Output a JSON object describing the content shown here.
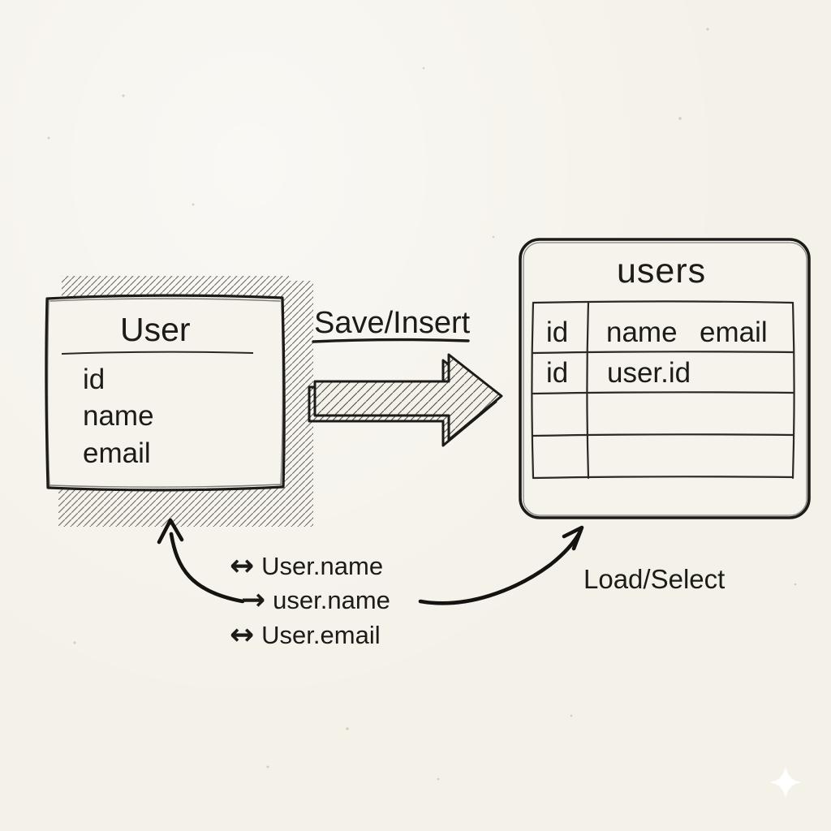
{
  "colors": {
    "background": "#f4f1e9",
    "ink": "#1c1b18",
    "hatch": "#55524c",
    "sparkle": "#ffffff"
  },
  "class_box": {
    "title": "User",
    "fields": [
      "id",
      "name",
      "email"
    ]
  },
  "labels": {
    "save": "Save/Insert",
    "load": "Load/Select"
  },
  "table_box": {
    "title": "users",
    "columns": [
      "id",
      "name",
      "email"
    ],
    "rows": [
      [
        "id",
        "user.id"
      ]
    ]
  },
  "mappings": [
    {
      "arrow": "↔",
      "label": "User.name"
    },
    {
      "arrow": "→",
      "label": "user.name"
    },
    {
      "arrow": "↔",
      "label": "User.email"
    }
  ]
}
